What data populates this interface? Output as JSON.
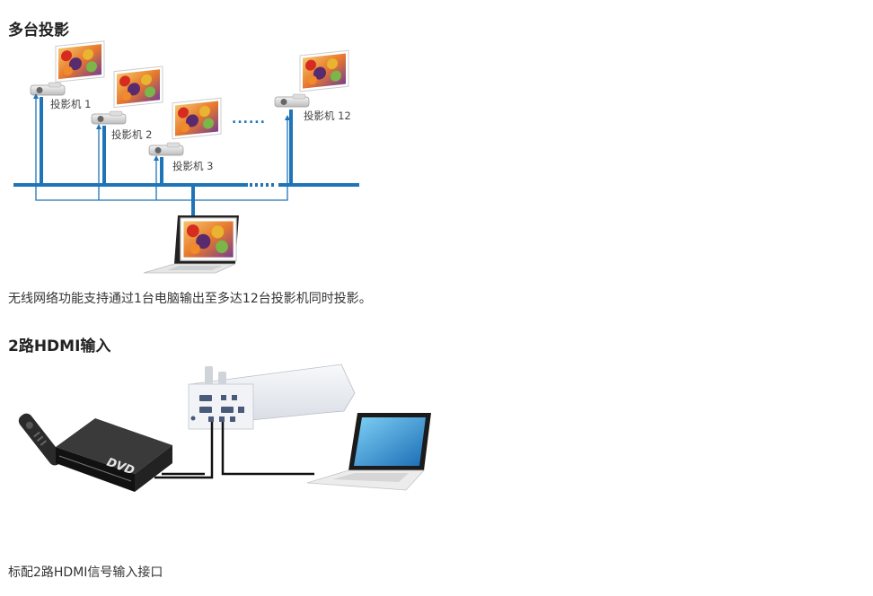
{
  "section1": {
    "title": "多台投影",
    "labels": [
      "投影机 1",
      "投影机 2",
      "投影机 3",
      "投影机 12"
    ],
    "dots": "......",
    "description": "无线网络功能支持通过1台电脑输出至多达12台投影机同时投影。"
  },
  "section2": {
    "title": "2路HDMI输入",
    "dvd_text": "DVD",
    "description": "标配2路HDMI信号输入接口"
  },
  "colors": {
    "line_blue": "#1f74b8",
    "cable": "#111111"
  },
  "icons": [
    "projector-icon",
    "screen-image-icon",
    "laptop-icon",
    "remote-icon",
    "dvd-player-icon",
    "arrow-up-icon"
  ]
}
